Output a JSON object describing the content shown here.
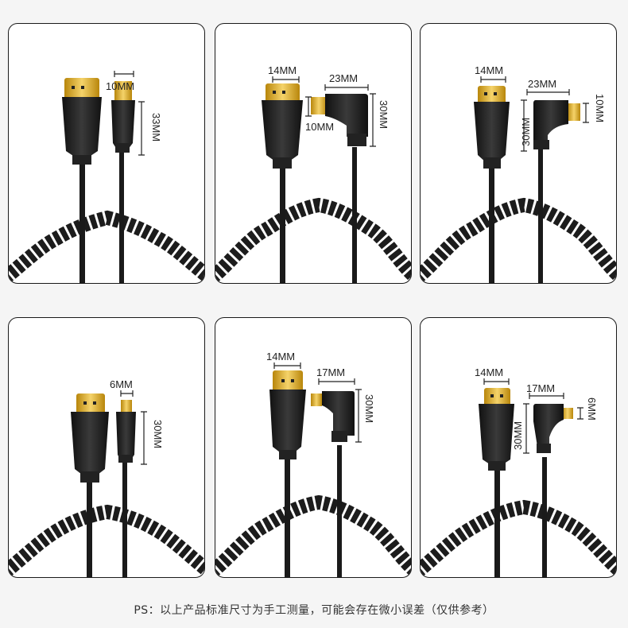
{
  "panels": [
    {
      "id": "p1",
      "type": "straight-mini",
      "labels": {
        "width": "10MM",
        "height": "33MM"
      }
    },
    {
      "id": "p2",
      "type": "right-angle-mini-left",
      "labels": {
        "hdmi_width": "14MM",
        "angle_width": "23MM",
        "height": "30MM",
        "tip": "10MM"
      }
    },
    {
      "id": "p3",
      "type": "right-angle-mini-right",
      "labels": {
        "hdmi_width": "14MM",
        "angle_width": "23MM",
        "height": "30MM",
        "tip": "10MM"
      }
    },
    {
      "id": "p4",
      "type": "straight-micro",
      "labels": {
        "width": "6MM",
        "height": "30MM"
      }
    },
    {
      "id": "p5",
      "type": "right-angle-micro-left",
      "labels": {
        "hdmi_width": "14MM",
        "angle_width": "17MM",
        "height": "30MM"
      }
    },
    {
      "id": "p6",
      "type": "right-angle-micro-right",
      "labels": {
        "hdmi_width": "14MM",
        "angle_width": "17MM",
        "height": "30MM",
        "tip": "6MM"
      }
    }
  ],
  "footer": {
    "note": "PS：以上产品标准尺寸为手工测量，可能会存在微小误差（仅供参考）"
  },
  "colors": {
    "gold": "#d8a81c",
    "cable": "#1c1c1c",
    "background": "#f5f5f5",
    "panel": "#ffffff"
  }
}
